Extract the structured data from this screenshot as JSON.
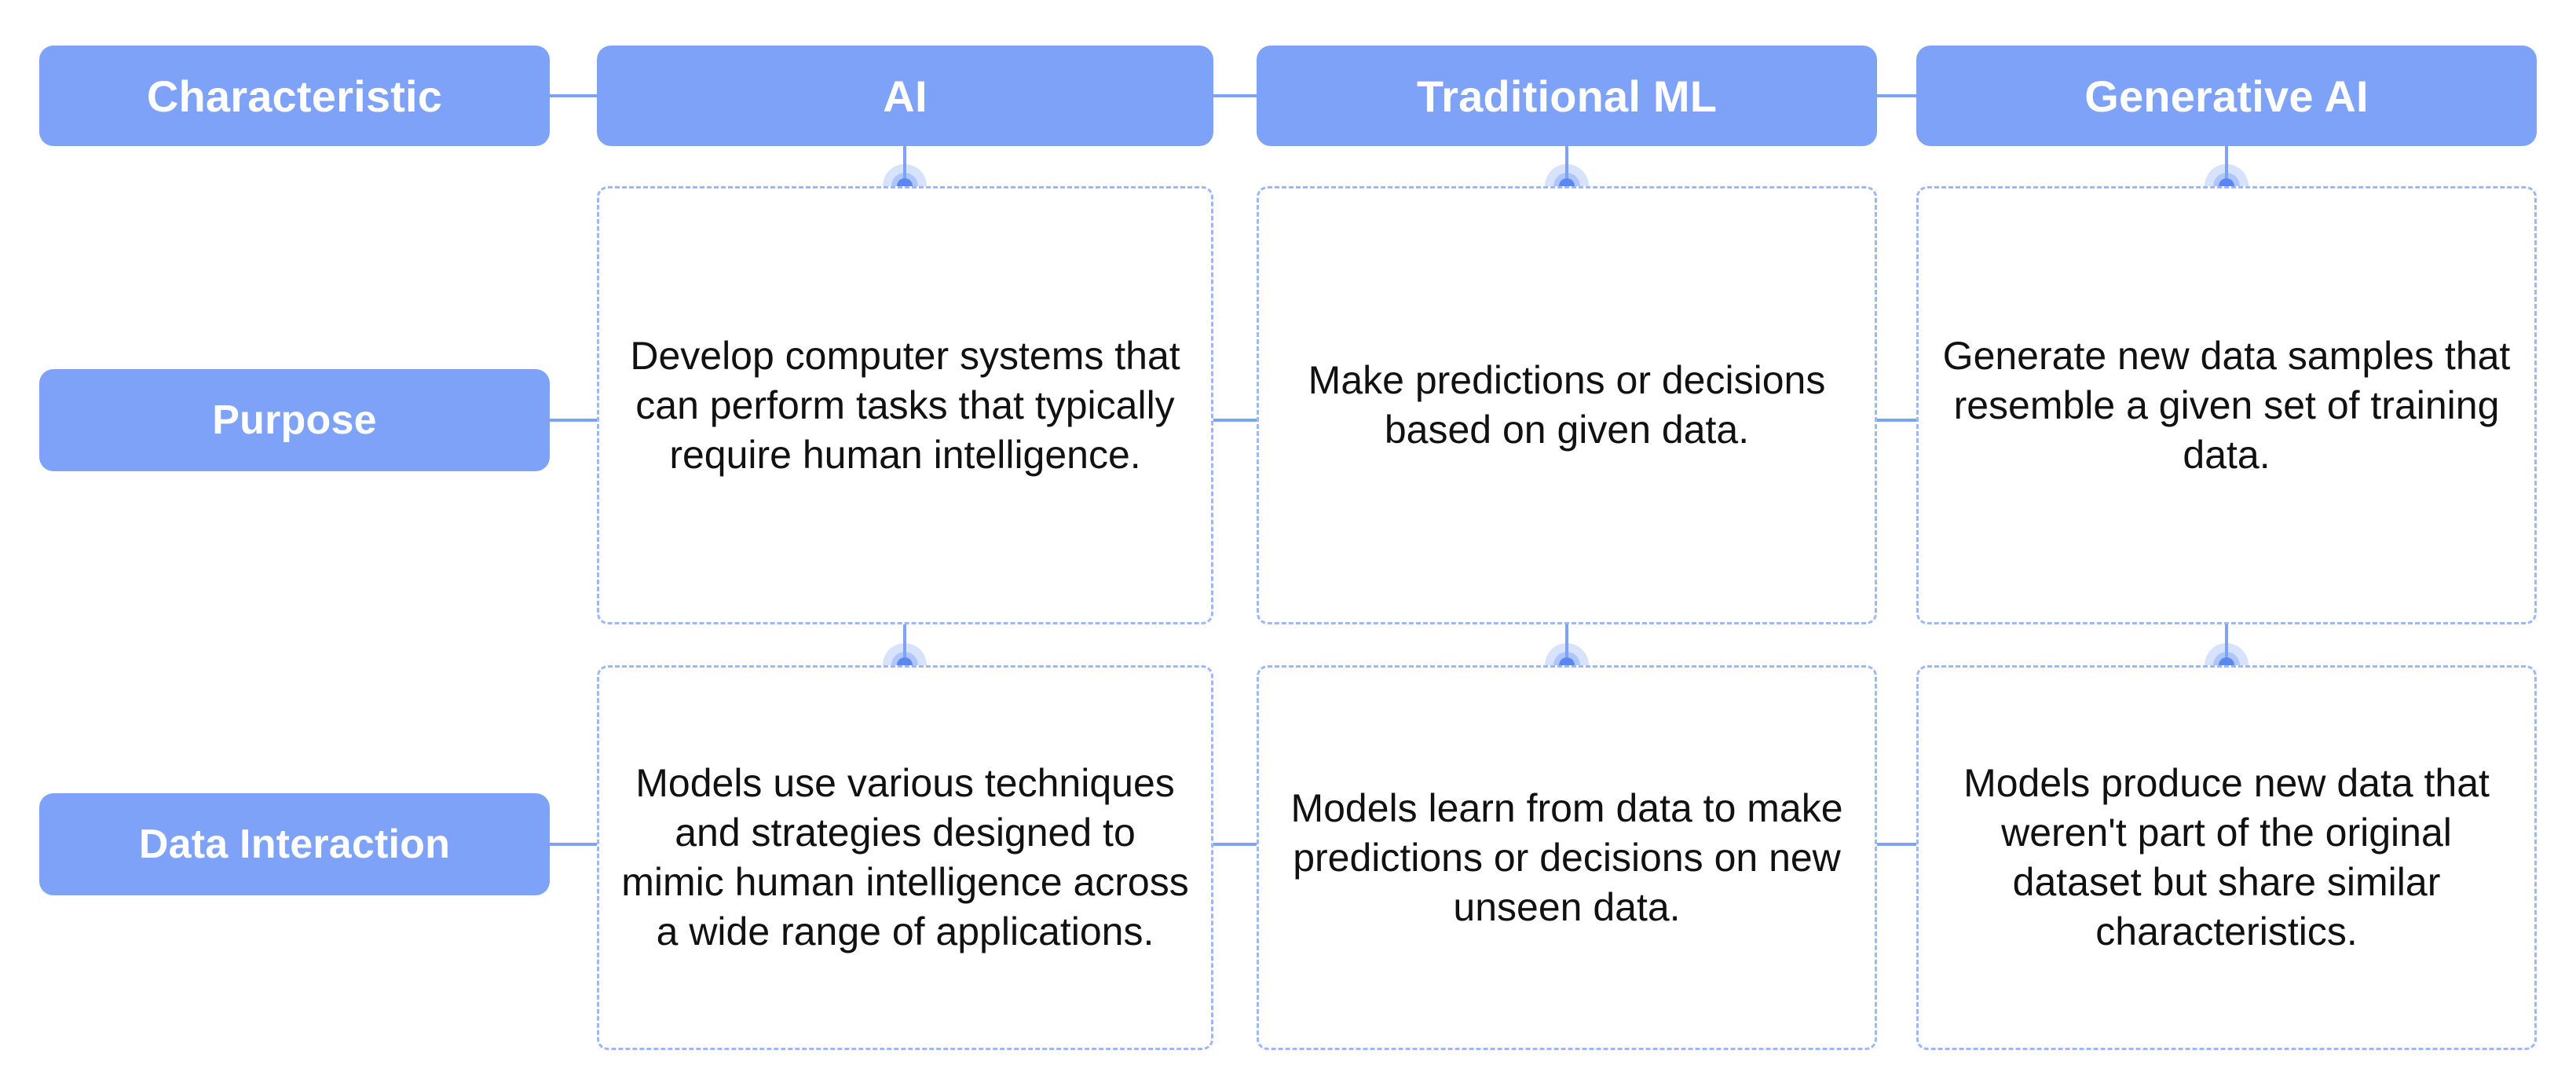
{
  "diagram": {
    "title_row_label": "Characteristic",
    "accent_color": "#7da2f8",
    "node_color": "#5b88f0",
    "dash_border_color": "#9cb8fb",
    "text_color": "#111111",
    "columns": [
      {
        "key": "characteristic",
        "label": "Characteristic"
      },
      {
        "key": "ai",
        "label": "AI"
      },
      {
        "key": "traditional_ml",
        "label": "Traditional ML"
      },
      {
        "key": "generative_ai",
        "label": "Generative AI"
      }
    ],
    "rows": [
      {
        "key": "purpose",
        "label": "Purpose",
        "cells": [
          "Develop computer systems that can perform tasks that typically require human intelligence.",
          "Make predictions or decisions based on given data.",
          "Generate new data samples that resemble a given set of training data."
        ]
      },
      {
        "key": "data_interaction",
        "label": "Data Interaction",
        "cells": [
          "Models use various techniques and strategies designed to mimic human intelligence across a wide range of applications.",
          "Models learn from data to make predictions or decisions on new unseen data.",
          "Models produce new data that weren't part of the original dataset but share similar characteristics."
        ]
      }
    ]
  }
}
